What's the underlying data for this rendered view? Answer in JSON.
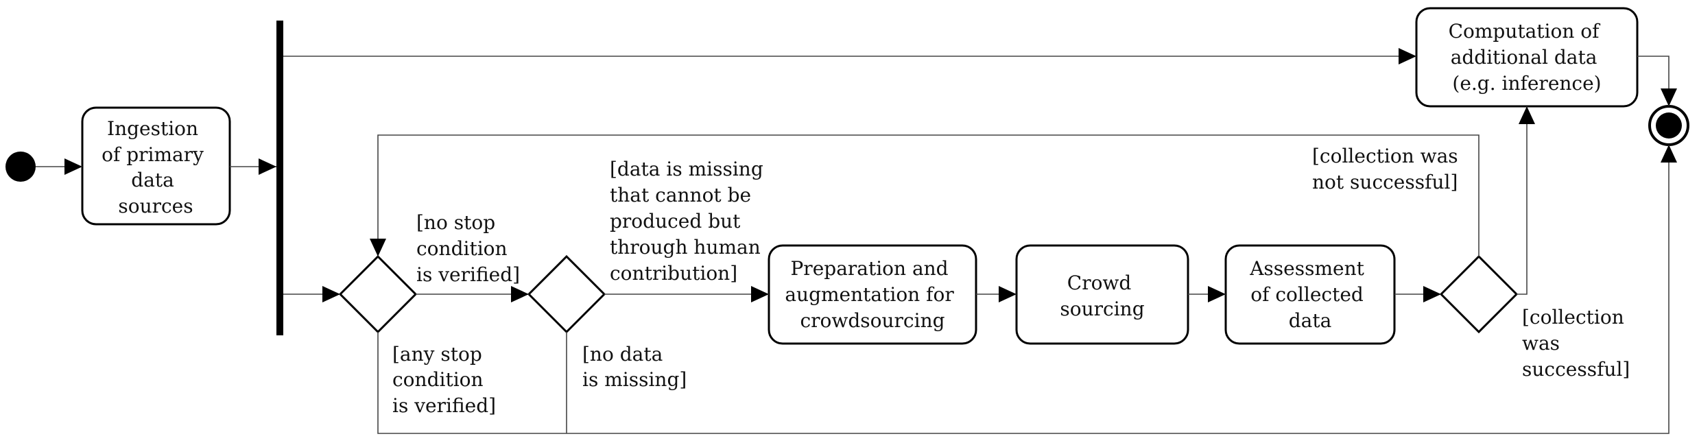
{
  "nodes": {
    "ingestion": [
      "Ingestion",
      "of primary",
      "data",
      "sources"
    ],
    "computation": [
      "Computation of",
      "additional data",
      "(e.g. inference)"
    ],
    "preparation": [
      "Preparation and",
      "augmentation for",
      "crowdsourcing"
    ],
    "crowd": [
      "Crowd",
      "sourcing"
    ],
    "assessment": [
      "Assessment",
      "of collected",
      "data"
    ]
  },
  "guards": {
    "no_stop": [
      "[no stop",
      "condition",
      "is verified]"
    ],
    "any_stop": [
      "[any stop",
      "condition",
      "is verified]"
    ],
    "data_missing": [
      "[data is missing",
      "that cannot be",
      "produced but",
      "through human",
      "contribution]"
    ],
    "no_data": [
      "[no data",
      "is missing]"
    ],
    "not_successful": [
      "[collection was",
      "not successful]"
    ],
    "successful": [
      "[collection",
      "was",
      "successful]"
    ]
  }
}
